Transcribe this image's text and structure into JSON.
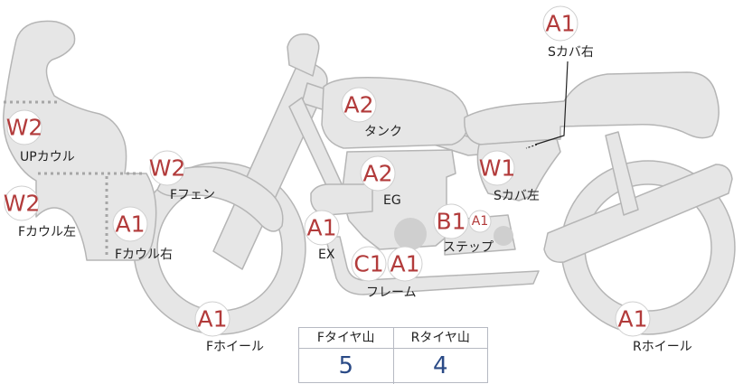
{
  "parts": [
    {
      "id": "up-cowl",
      "label": "UPカウル",
      "grade": "W2"
    },
    {
      "id": "f-cowl-left",
      "label": "Fカウル左",
      "grade": "W2"
    },
    {
      "id": "f-cowl-right",
      "label": "Fカウル右",
      "grade": "A1"
    },
    {
      "id": "f-fender",
      "label": "Fフェン",
      "grade": "W2"
    },
    {
      "id": "tank",
      "label": "タンク",
      "grade": "A2"
    },
    {
      "id": "engine",
      "label": "EG",
      "grade": "A2"
    },
    {
      "id": "exhaust",
      "label": "EX",
      "grade": "A1"
    },
    {
      "id": "frame",
      "label": "フレーム",
      "grade_1": "C1",
      "grade_2": "A1"
    },
    {
      "id": "step",
      "label": "ステップ",
      "grade_1": "B1",
      "grade_2": "A1"
    },
    {
      "id": "s-cover-right",
      "label": "Sカバ右",
      "grade": "A1"
    },
    {
      "id": "s-cover-left",
      "label": "Sカバ左",
      "grade": "W1"
    },
    {
      "id": "f-wheel",
      "label": "Fホイール",
      "grade": "A1"
    },
    {
      "id": "r-wheel",
      "label": "Rホイール",
      "grade": "A1"
    }
  ],
  "tire_tread": {
    "front_label": "Fタイヤ山",
    "rear_label": "Rタイヤ山",
    "front_value": "5",
    "rear_value": "4"
  },
  "colors": {
    "body_fill": "#e6e6e6",
    "body_stroke": "#b5b5b5",
    "grade_text": "#b23b3b",
    "tire_value": "#2a4a86"
  }
}
